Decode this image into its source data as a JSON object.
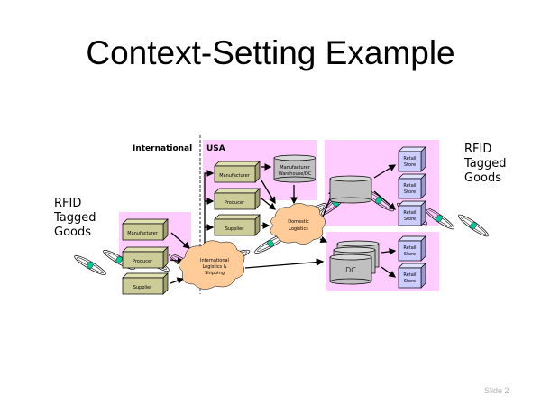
{
  "title": "Context-Setting Example",
  "rfid_left": [
    "RFID",
    "Tagged",
    "Goods"
  ],
  "rfid_right": [
    "RFID",
    "Tagged",
    "Goods"
  ],
  "regions": {
    "international": "International",
    "usa": "USA"
  },
  "international": {
    "manufacturer": "Manufacturer",
    "producer": "Producer",
    "supplier": "Supplier"
  },
  "usa": {
    "manufacturer": "Manufacturer",
    "producer": "Producer",
    "supplier": "Supplier",
    "warehouse": [
      "Manufacturer",
      "Warehouse/DC"
    ]
  },
  "clouds": {
    "international": [
      "International",
      "Logistics &",
      "Shipping"
    ],
    "domestic": [
      "Domestic",
      "Logistics"
    ]
  },
  "dc_label": "DC",
  "retail_store": [
    "Retail",
    "Store"
  ],
  "slide_number": "Slide 2",
  "colors": {
    "region": "#ffccff",
    "box": "#cccc99",
    "cylinder": "#c0c0c0",
    "cloud": "#ffcc99",
    "store": "#ccccff",
    "tag": "#00cc99"
  }
}
